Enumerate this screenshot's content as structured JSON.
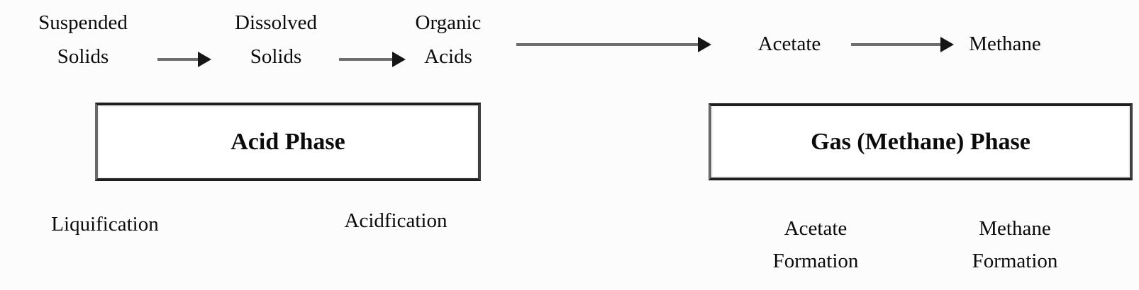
{
  "flow": {
    "suspended_solids": {
      "line1": "Suspended",
      "line2": "Solids"
    },
    "dissolved_solids": {
      "line1": "Dissolved",
      "line2": "Solids"
    },
    "organic_acids": {
      "line1": "Organic",
      "line2": "Acids"
    },
    "acetate": {
      "label": "Acetate"
    },
    "methane": {
      "label": "Methane"
    }
  },
  "arrows": {
    "suspended_to_dissolved": "right-arrow",
    "dissolved_to_organic": "right-arrow",
    "organic_to_acetate": "right-arrow-long",
    "acetate_to_methane": "right-arrow"
  },
  "phases": {
    "acid": {
      "label": "Acid Phase"
    },
    "gas": {
      "label": "Gas (Methane) Phase"
    }
  },
  "processes": {
    "liquification": {
      "label": "Liquification"
    },
    "acidfication": {
      "label": "Acidfication"
    },
    "acetate_formation": {
      "line1": "Acetate",
      "line2": "Formation"
    },
    "methane_formation": {
      "line1": "Methane",
      "line2": "Formation"
    }
  },
  "colors": {
    "background": "#fcfcfc",
    "text": "#0b0b0b",
    "arrow_shaft": "#6e6e6e",
    "arrow_head": "#161616",
    "box_border": "#1e1e1e",
    "box_fill": "#ffffff"
  }
}
